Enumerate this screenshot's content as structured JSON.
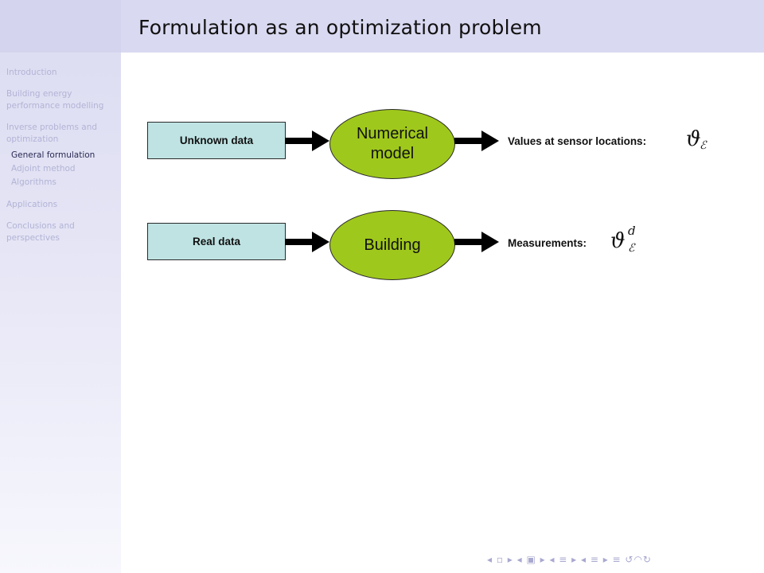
{
  "slide": {
    "title": "Formulation as an optimization problem"
  },
  "sidebar": {
    "items": [
      {
        "label": "Introduction"
      },
      {
        "label": "Building energy\nperformance modelling"
      },
      {
        "label": "Inverse problems and\noptimization"
      }
    ],
    "subitems": [
      {
        "label": "General formulation",
        "active": true
      },
      {
        "label": "Adjoint method",
        "active": false
      },
      {
        "label": "Algorithms",
        "active": false
      }
    ],
    "items_after": [
      {
        "label": "Applications"
      },
      {
        "label": "Conclusions and\nperspectives"
      }
    ]
  },
  "diagram": {
    "row1": {
      "input": "Unknown data",
      "process_line1": "Numerical",
      "process_line2": "model",
      "output_label": "Values at sensor locations:",
      "symbol": "ϑ",
      "subscript": "ℰ"
    },
    "row2": {
      "input": "Real data",
      "process": "Building",
      "output_label": "Measurements:",
      "symbol": "ϑ",
      "subscript": "ℰ",
      "superscript": "d"
    }
  },
  "navigation": {
    "controls": "◂ ▫ ▸ ◂ ▣ ▸ ◂ ≡ ▸ ◂ ≡ ▸ ≡ ↺◠↻"
  }
}
